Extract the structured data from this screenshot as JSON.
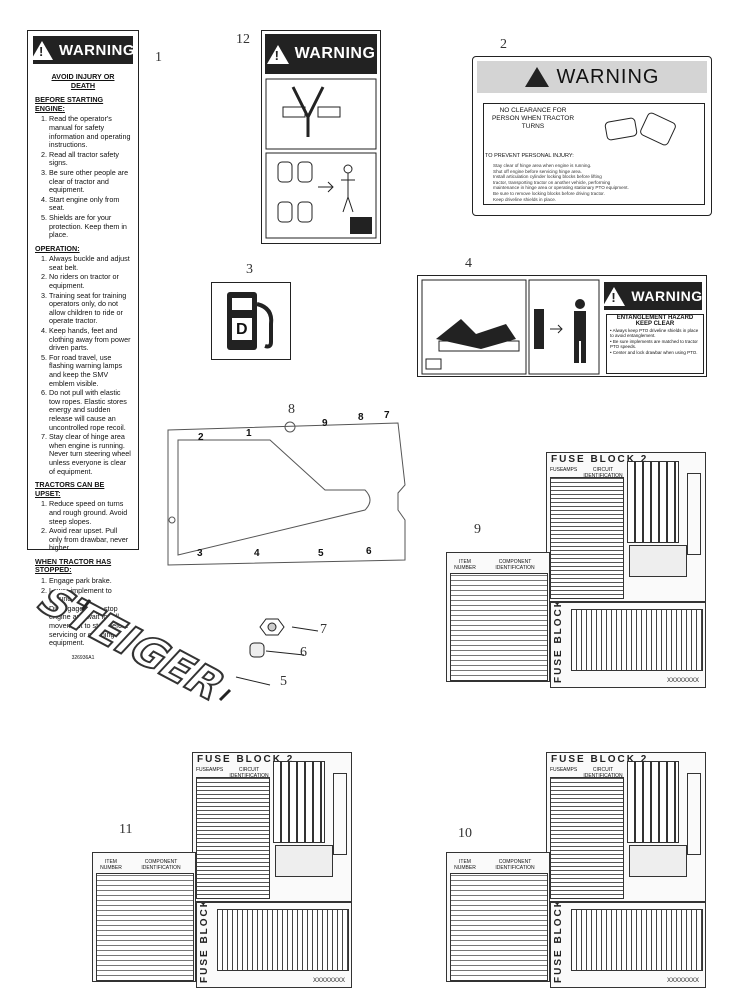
{
  "callouts": [
    "1",
    "2",
    "3",
    "4",
    "5",
    "6",
    "7",
    "8",
    "9",
    "10",
    "11",
    "12"
  ],
  "decal1": {
    "warning": "WARNING",
    "title": "AVOID INJURY OR DEATH",
    "sections": [
      {
        "heading": "BEFORE STARTING ENGINE:",
        "items": [
          "Read the operator's manual for safety information and operating instructions.",
          "Read all tractor safety signs.",
          "Be sure other people are clear of tractor and equipment.",
          "Start engine only from seat.",
          "Shields are for your protection. Keep them in place."
        ]
      },
      {
        "heading": "OPERATION:",
        "items": [
          "Always buckle and adjust seat belt.",
          "No riders on tractor or equipment.",
          "Training seat for training operators only, do not allow children to ride or operate tractor.",
          "Keep hands, feet and clothing away from power driven parts.",
          "For road travel, use flashing warning lamps and keep the SMV emblem visible.",
          "Do not pull with elastic tow ropes. Elastic stores energy and sudden release will cause an uncontrolled rope recoil.",
          "Stay clear of hinge area when engine is running. Never turn steering wheel unless everyone is clear of equipment."
        ]
      },
      {
        "heading": "TRACTORS CAN BE UPSET:",
        "items": [
          "Reduce speed on turns and rough ground. Avoid steep slopes.",
          "Avoid rear upset. Pull only from drawbar, never higher."
        ]
      },
      {
        "heading": "WHEN TRACTOR HAS STOPPED:",
        "items": [
          "Engage park brake.",
          "Lower implement to ground.",
          "Disengage PTO, stop engine and wait for all movement to stop before servicing or cleaning equipment."
        ]
      }
    ],
    "part_no": "326936A1"
  },
  "decal12": {
    "warning": "WARNING"
  },
  "decal2": {
    "warning": "WARNING",
    "clearance": "NO CLEARANCE FOR PERSON WHEN TRACTOR TURNS",
    "prevent": "TO PREVENT PERSONAL INJURY:",
    "lines": [
      "Stay clear of hinge area when engine is running.",
      "Shut off engine before servicing hinge area.",
      "Install articulation cylinder locking blocks before lifting",
      "tractor, transporting tractor on another vehicle, performing",
      "maintenance in hinge area or operating stationary PTO equipment.",
      "Be sure to remove locking blocks before driving tractor.",
      "Keep driveline shields in place."
    ]
  },
  "decal3": {
    "letter": "D"
  },
  "decal4": {
    "warning": "WARNING",
    "hazard": "ENTANGLEMENT HAZARD",
    "keep": "KEEP CLEAR",
    "bullets": [
      "Always keep PTO driveline shields in place to avoid entanglement.",
      "Be sure implements are matched to tractor PTO speeds.",
      "Center and lock drawbar when using PTO."
    ]
  },
  "gasket_numbers": [
    "2",
    "1",
    "9",
    "8",
    "7",
    "3",
    "4",
    "5",
    "6"
  ],
  "emblem_text": "STEIGER",
  "fuse": {
    "block2": "FUSE BLOCK 2",
    "block1": "FUSE BLOCK 1",
    "fuse_col": "FUSE",
    "amps_col": "AMPS",
    "circuit_col": "CIRCUIT IDENTIFICATION",
    "item_col": "ITEM NUMBER",
    "component_col": "COMPONENT IDENTIFICATION",
    "part_code": "XXXXXXXX"
  }
}
